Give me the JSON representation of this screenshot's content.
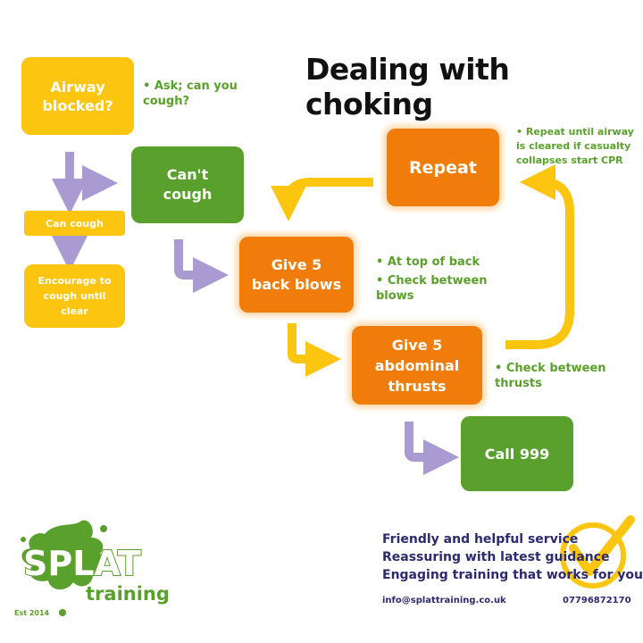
{
  "title": "Dealing with choking",
  "boxes": {
    "airway": "Airway blocked?",
    "cant_cough": "Can't cough",
    "can_cough": "Can cough",
    "encourage": "Encourage to cough until clear",
    "repeat": "Repeat",
    "back_blows": "Give 5 back blows",
    "abdominal": "Give 5 abdominal thrusts",
    "call": "Call 999"
  },
  "notes": {
    "ask": "• Ask; can you cough?",
    "repeat": "• Repeat until airway is cleared if casualty collapses start CPR",
    "top_of_back": "• At top of back",
    "check_blows": "• Check between blows",
    "check_thrusts": "• Check between thrusts"
  },
  "footer": {
    "logo_text": "SPLAT",
    "logo_sub": "training",
    "est": "Est 2014",
    "tagline_1": "Friendly and helpful service",
    "tagline_2": "Reassuring with latest guidance",
    "tagline_3": "Engaging training that works for you",
    "email": "info@splattraining.co.uk",
    "phone": "07796872170"
  },
  "colors": {
    "yellow": "#fcc50f",
    "green": "#5aa02c",
    "orange": "#f07d0a",
    "purple": "#a99bd2",
    "navy": "#2d2a6e"
  }
}
